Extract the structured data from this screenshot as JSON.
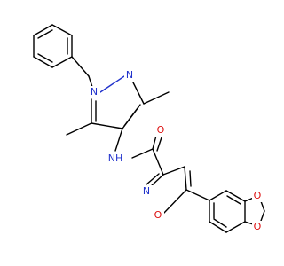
{
  "molecule": {
    "atom_labels": {
      "n_pyrazole_1": "N",
      "n_pyrazole_2": "N",
      "n_amide": "NH",
      "o_carbonyl": "O",
      "n_isoxazole": "N",
      "o_isoxazole": "O",
      "o_dioxole_1": "O",
      "o_dioxole_2": "O"
    }
  },
  "colors": {
    "carbon_bond": "#000000",
    "nitrogen": "#2233cc",
    "oxygen": "#dd1111",
    "background": "#ffffff"
  }
}
